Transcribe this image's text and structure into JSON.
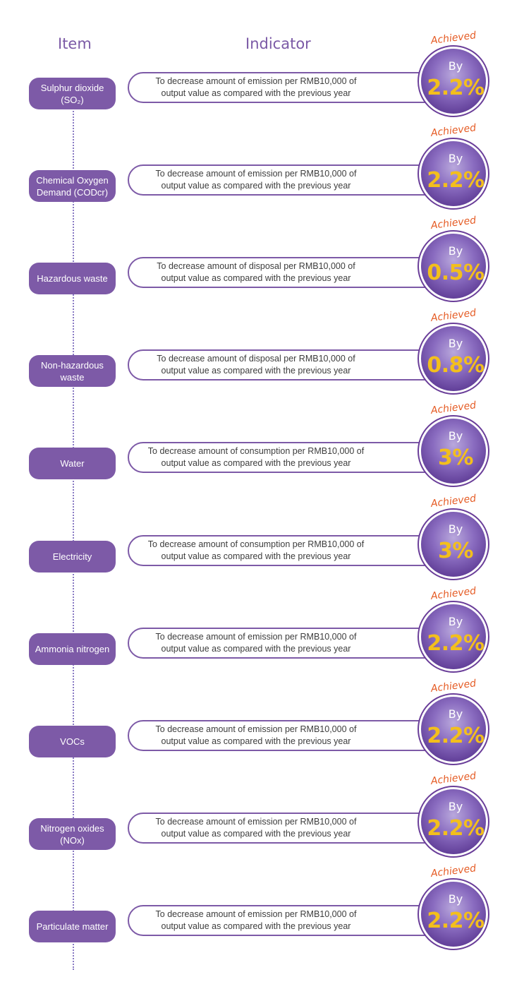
{
  "headers": {
    "item": "Item",
    "indicator": "Indicator"
  },
  "rows": [
    {
      "item": "Sulphur dioxide\n(SO₂)",
      "indicator": "To decrease amount of emission per RMB10,000 of\noutput value as compared with the previous year",
      "achieved": "Achieved",
      "by": "By",
      "percent": "2.2%"
    },
    {
      "item": "Chemical Oxygen\nDemand (CODcr)",
      "indicator": "To decrease amount of emission per RMB10,000 of\noutput value as compared with the previous year",
      "achieved": "Achieved",
      "by": "By",
      "percent": "2.2%"
    },
    {
      "item": "Hazardous waste",
      "indicator": "To decrease amount of disposal per RMB10,000 of\noutput value as compared with the previous year",
      "achieved": "Achieved",
      "by": "By",
      "percent": "0.5%"
    },
    {
      "item": "Non-hazardous\nwaste",
      "indicator": "To decrease amount of disposal per RMB10,000 of\noutput value  as compared with the previous year",
      "achieved": "Achieved",
      "by": "By",
      "percent": "0.8%"
    },
    {
      "item": "Water",
      "indicator": "To decrease amount of consumption per RMB10,000 of\noutput value as compared with the previous year",
      "achieved": "Achieved",
      "by": "By",
      "percent": "3%"
    },
    {
      "item": "Electricity",
      "indicator": "To decrease amount of consumption per RMB10,000 of\noutput value as compared with the previous year",
      "achieved": "Achieved",
      "by": "By",
      "percent": "3%"
    },
    {
      "item": "Ammonia nitrogen",
      "indicator": "To decrease amount of emission per RMB10,000 of\noutput value as compared with the previous year",
      "achieved": "Achieved",
      "by": "By",
      "percent": "2.2%"
    },
    {
      "item": "VOCs",
      "indicator": "To decrease amount of emission per RMB10,000 of\noutput value  as compared with the previous year",
      "achieved": "Achieved",
      "by": "By",
      "percent": "2.2%"
    },
    {
      "item": "Nitrogen oxides\n(NOx)",
      "indicator": "To decrease amount of emission per RMB10,000 of\noutput value as compared with the previous year",
      "achieved": "Achieved",
      "by": "By",
      "percent": "2.2%"
    },
    {
      "item": "Particulate matter",
      "indicator": "To decrease amount of emission per RMB10,000 of\noutput value as compared with the previous year",
      "achieved": "Achieved",
      "by": "By",
      "percent": "2.2%"
    }
  ],
  "colors": {
    "pill": "#7d5aa7",
    "header": "#7b5aa6",
    "achieved": "#e55b24",
    "percent": "#f3bf1c"
  }
}
